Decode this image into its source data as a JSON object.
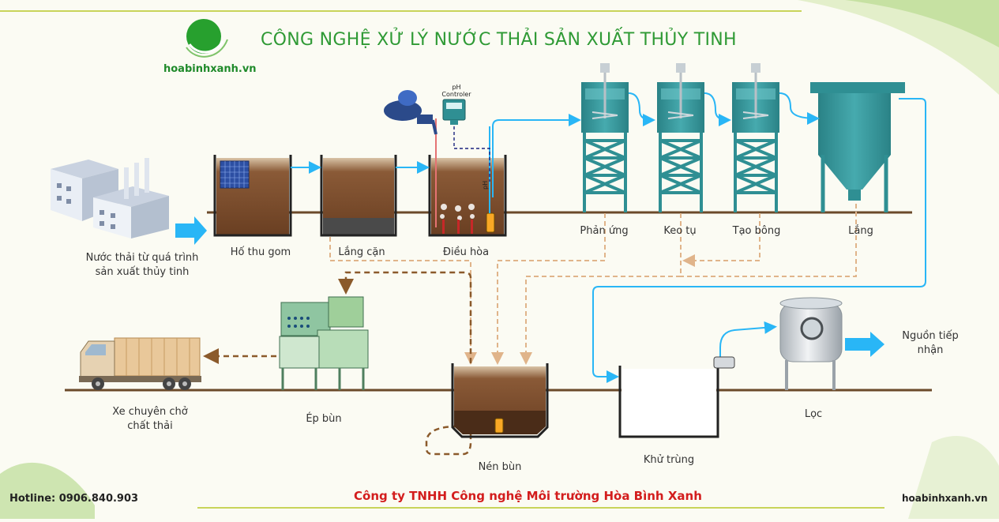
{
  "header": {
    "title": "CÔNG NGHỆ XỬ LÝ NƯỚC THẢI SẢN XUẤT THỦY TINH",
    "brand": "hoabinhxanh.vn"
  },
  "nodes": {
    "factory": [
      "Nước thải từ quá trình",
      "sản xuất thủy tinh"
    ],
    "collection_tank": "Hố thu gom",
    "settling": "Lắng cặn",
    "equalization": "Điều hòa",
    "reaction": "Phản ứng",
    "coagulation": "Keo tụ",
    "flocculation": "Tạo bông",
    "sedimentation": "Lắng",
    "receiving_source": [
      "Nguồn tiếp",
      "nhận"
    ],
    "truck": [
      "Xe chuyên chở",
      "chất thải"
    ],
    "sludge_press": "Ép bùn",
    "sludge_thickener": "Nén bùn",
    "disinfection": "Khử trùng",
    "filter": "Lọc"
  },
  "ph_controller": [
    "pH",
    "Controler"
  ],
  "ph_probe": "pH",
  "footer": {
    "hotline": "Hotline: 0906.840.903",
    "company": "Công ty TNHH Công nghệ Môi trường Hòa Bình Xanh",
    "website": "hoabinhxanh.vn"
  },
  "colors": {
    "title_green": "#2f9a35",
    "water_arrow": "#29b6f6",
    "sludge_arrow": "#e0b48a",
    "sludge_line_dark": "#8b5a2b",
    "tank_teal": "#2f8f93",
    "ground": "#6b4a2a",
    "company_red": "#d31d1d"
  }
}
